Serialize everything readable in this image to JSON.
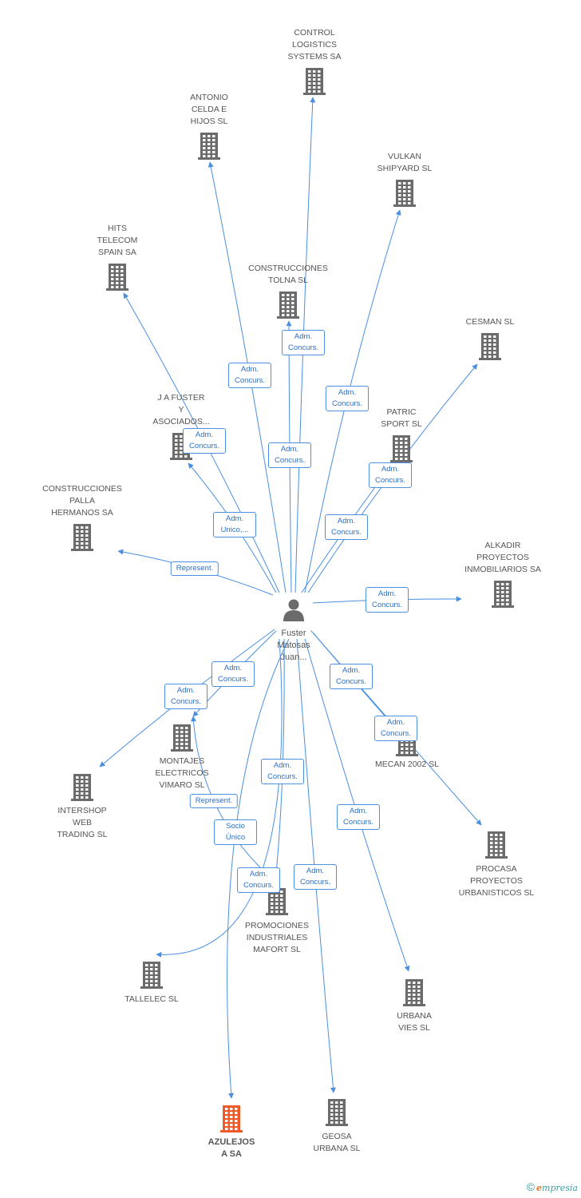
{
  "colors": {
    "edge": "#4a8fe0",
    "building": "#6b6b6b",
    "building_focus": "#f05a28",
    "person": "#6b6b6b"
  },
  "center": {
    "label": "Fuster\nMatosas\nJuan...",
    "icon": "person-icon"
  },
  "nodes": [
    {
      "id": "control",
      "label": "CONTROL\nLOGISTICS\nSYSTEMS SA",
      "icon": "building-icon"
    },
    {
      "id": "antonio",
      "label": "ANTONIO\nCELDA E\nHIJOS SL",
      "icon": "building-icon"
    },
    {
      "id": "vulkan",
      "label": "VULKAN\nSHIPYARD SL",
      "icon": "building-icon"
    },
    {
      "id": "hits",
      "label": "HITS\nTELECOM\nSPAIN SA",
      "icon": "building-icon"
    },
    {
      "id": "tolna",
      "label": "CONSTRUCCIONES\nTOLNA SL",
      "icon": "building-icon"
    },
    {
      "id": "cesman",
      "label": "CESMAN SL",
      "icon": "building-icon"
    },
    {
      "id": "jafuster",
      "label": "J A FUSTER\nY\nASOCIADOS...",
      "icon": "building-icon"
    },
    {
      "id": "patric",
      "label": "PATRIC\nSPORT SL",
      "icon": "building-icon"
    },
    {
      "id": "palla",
      "label": "CONSTRUCCIONES\nPALLA\nHERMANOS SA",
      "icon": "building-icon"
    },
    {
      "id": "alkadir",
      "label": "ALKADIR\nPROYECTOS\nINMOBILIARIOS SA",
      "icon": "building-icon"
    },
    {
      "id": "montajes",
      "label": "MONTAJES\nELECTRICOS\nVIMARO SL",
      "icon": "building-icon"
    },
    {
      "id": "intershop",
      "label": "INTERSHOP\nWEB\nTRADING SL",
      "icon": "building-icon"
    },
    {
      "id": "mecan",
      "label": "MECAN 2002 SL",
      "icon": "building-icon"
    },
    {
      "id": "procasa",
      "label": "PROCASA\nPROYECTOS\nURBANISTICOS SL",
      "icon": "building-icon"
    },
    {
      "id": "mafort",
      "label": "PROMOCIONES\nINDUSTRIALES\nMAFORT SL",
      "icon": "building-icon"
    },
    {
      "id": "tallelec",
      "label": "TALLELEC SL",
      "icon": "building-icon"
    },
    {
      "id": "urbana",
      "label": "URBANA\nVIES SL",
      "icon": "building-icon"
    },
    {
      "id": "azulejos",
      "label": "AZULEJOS\nA SA",
      "icon": "building-icon",
      "focus": true
    },
    {
      "id": "geosa",
      "label": "GEOSA\nURBANA  SL",
      "icon": "building-icon"
    }
  ],
  "edges": [
    {
      "to": "control",
      "label": "Adm.\nConcurs."
    },
    {
      "to": "antonio",
      "label": "Adm.\nConcurs."
    },
    {
      "to": "vulkan",
      "label": "Adm.\nConcurs."
    },
    {
      "to": "hits",
      "label": "Adm.\nConcurs."
    },
    {
      "to": "tolna",
      "label": "Adm.\nConcurs."
    },
    {
      "to": "cesman",
      "label": "Adm.\nConcurs."
    },
    {
      "to": "jafuster",
      "label": "Adm.\nUnico,..."
    },
    {
      "to": "patric",
      "label": "Adm.\nConcurs."
    },
    {
      "to": "palla",
      "label": "Represent."
    },
    {
      "to": "alkadir",
      "label": "Adm.\nConcurs."
    },
    {
      "to": "montajes",
      "label": "Adm.\nConcurs."
    },
    {
      "to": "intershop",
      "label": "Adm.\nConcurs."
    },
    {
      "to": "mecan",
      "label": "Adm.\nConcurs."
    },
    {
      "to": "procasa",
      "label": "Adm.\nConcurs."
    },
    {
      "to": "mafort",
      "label": "Adm.\nConcurs."
    },
    {
      "to": "tallelec",
      "label": "Adm.\nConcurs."
    },
    {
      "to": "urbana",
      "label": "Adm.\nConcurs."
    },
    {
      "to": "azulejos",
      "label": "Socio\nÚnico"
    },
    {
      "to": "geosa",
      "label": "Adm.\nConcurs."
    },
    {
      "to": "montajes",
      "label": "Represent."
    }
  ],
  "footer": {
    "copyright": "©",
    "brand_initial": "e",
    "brand_rest": "mpresia"
  }
}
